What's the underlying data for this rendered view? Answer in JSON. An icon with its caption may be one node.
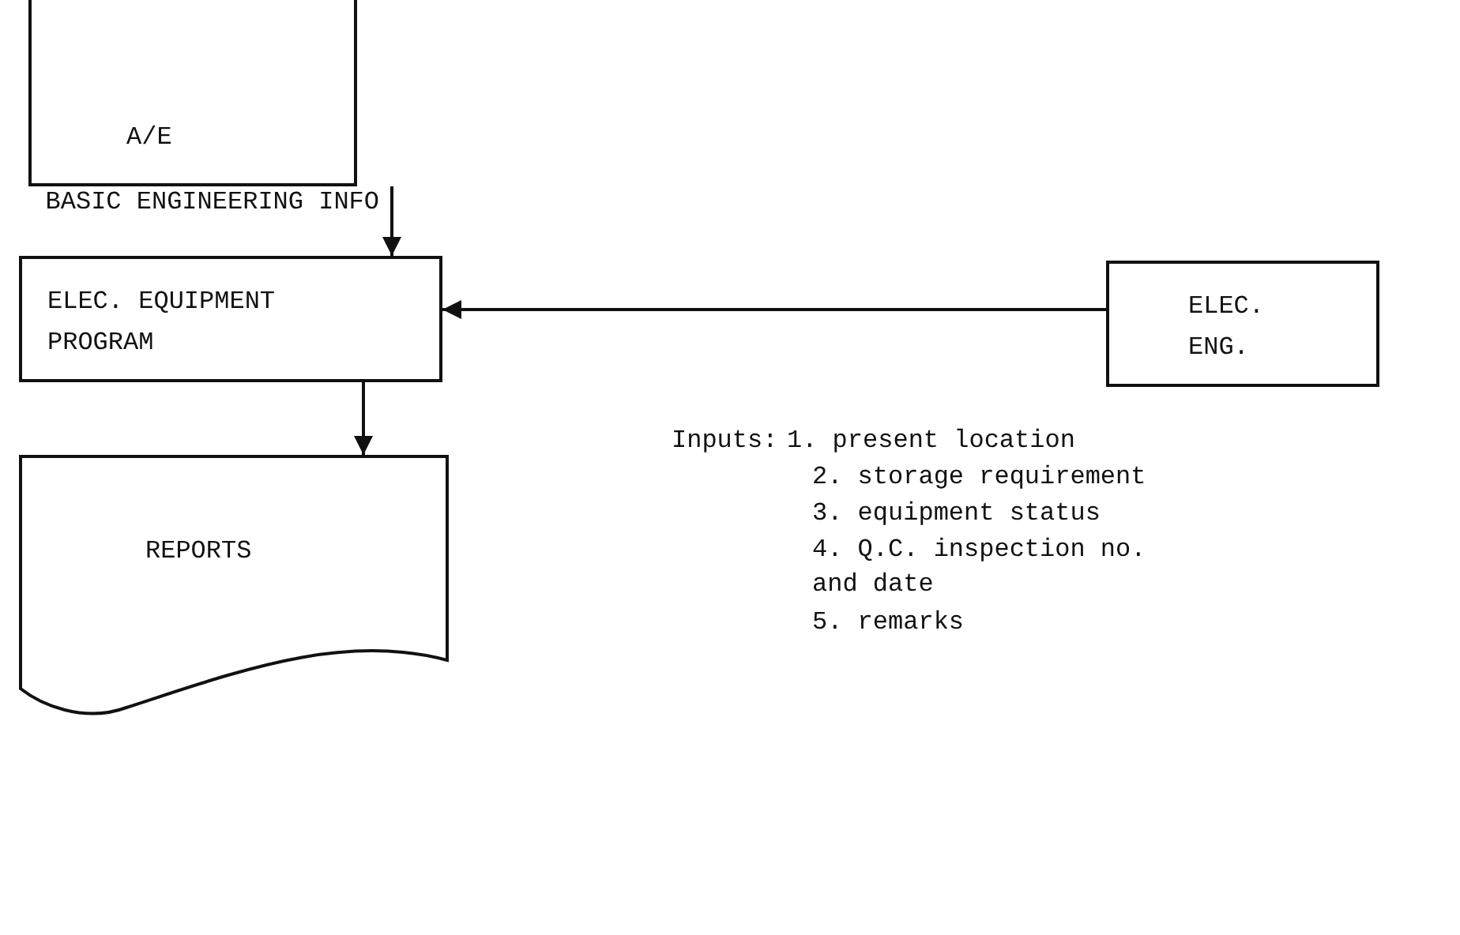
{
  "diagram": {
    "nodes": [
      {
        "text": [
          "A/E"
        ]
      },
      {
        "text": [
          "ELEC. EQUIPMENT PROGRAM"
        ]
      },
      {
        "text": [
          "ELEC. ENG."
        ]
      },
      {
        "text": [
          "REPORTS"
        ]
      }
    ],
    "edges": [
      {
        "from": 0,
        "to": 1,
        "arrow": "to",
        "label": "BASIC ENGINEERING INFO"
      },
      {
        "from": 2,
        "to": 1,
        "arrow": "to"
      },
      {
        "from": 1,
        "to": 3,
        "arrow": "to"
      }
    ],
    "labels": [
      "Inputs:",
      "1. present location",
      "2. storage requirement",
      "3. equipment status",
      "4. Q.C. inspection no. and date",
      "5. remarks"
    ]
  }
}
